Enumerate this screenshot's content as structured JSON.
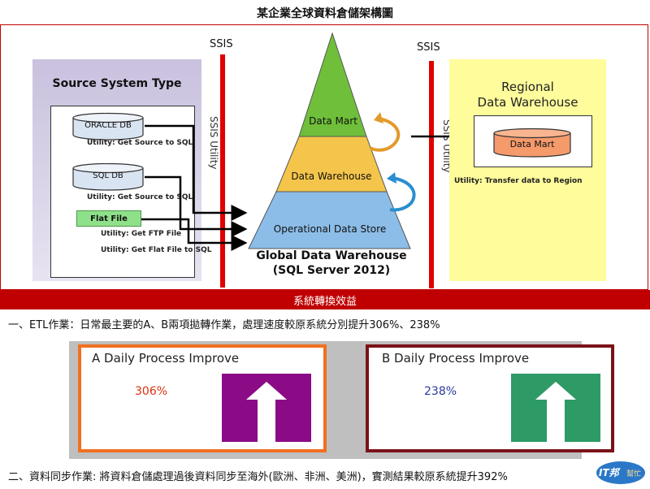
{
  "title": "某企業全球資料倉儲架構圖",
  "source": {
    "title": "Source System Type",
    "items": [
      {
        "name": "ORACLE DB",
        "utility": "Utility: Get Source to SQL"
      },
      {
        "name": "SQL DB",
        "utility": "Utility: Get Source to SQL"
      },
      {
        "name": "Flat File",
        "utility_1": "Utility: Get FTP File",
        "utility_2": "Utility: Get Flat File to SQL"
      }
    ]
  },
  "ssis_left": {
    "label": "SSIS",
    "utility": "SSIS Utility"
  },
  "ssis_right": {
    "label": "SSIS",
    "utility": "SSIS Utility"
  },
  "pyramid": {
    "layers": [
      "Data Mart",
      "Data Warehouse",
      "Operational Data Store"
    ],
    "caption_1": "Global Data Warehouse",
    "caption_2": "(SQL Server 2012)"
  },
  "regional": {
    "title_1": "Regional",
    "title_2": "Data Warehouse",
    "item": "Data Mart",
    "utility": "Utility: Transfer data to Region"
  },
  "banner": "系統轉換效益",
  "line1": "一、ETL作業：日常最主要的A、B兩項拋轉作業，處理速度較原系統分別提升306%、238%",
  "line2": "二、資料同步作業: 將資料倉儲處理過後資料同步至海外(歐洲、非洲、美洲)，實測結果較原系統提升392%",
  "cards": [
    {
      "label": "A Daily Process Improve",
      "value": "306%",
      "border": "#f07020",
      "value_color": "#e03010",
      "arrow_bg": "#8b0b86"
    },
    {
      "label": "B Daily Process Improve",
      "value": "238%",
      "border": "#7a1218",
      "value_color": "#2a3a9a",
      "arrow_bg": "#2e9a66"
    }
  ],
  "badge": {
    "text_1": "IT邦",
    "text_2": "幫忙"
  }
}
